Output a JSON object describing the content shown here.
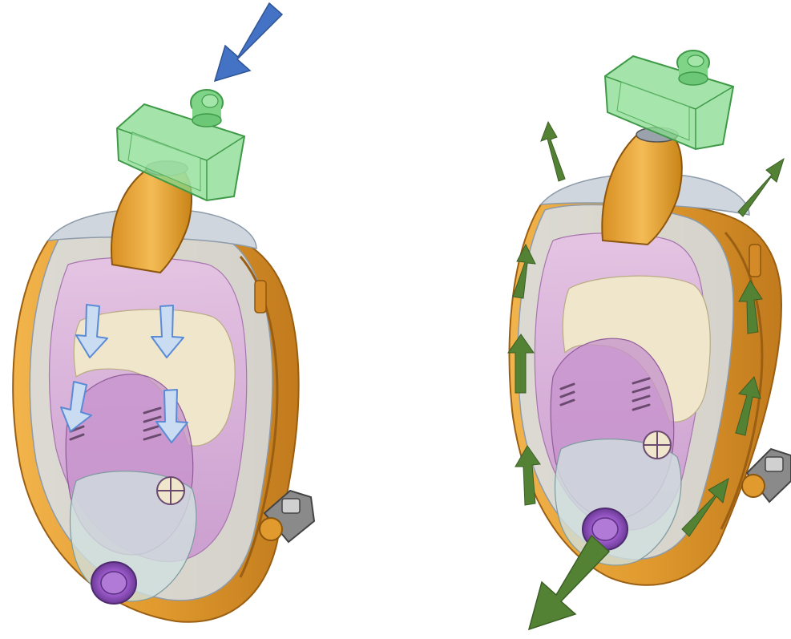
{
  "figure": {
    "panels": [
      {
        "id": "inhalation",
        "flow_direction": "in",
        "intake_arrow_color": "#4472c4",
        "internal_arrow_color": "#c9dcf2",
        "internal_arrow_outline": "#5b8bd6",
        "internal_arrow_count": 4
      },
      {
        "id": "exhalation",
        "flow_direction": "out",
        "arrow_color": "#548235",
        "leak_arrow_count": 2,
        "rim_arrow_count": 6,
        "exhaust_arrow_count": 1
      }
    ],
    "colors": {
      "background": "#ffffff",
      "frame_orange": "#e8a33a",
      "frame_orange_dark": "#b06e16",
      "lens_clear": "#cfdbe6",
      "interior_pink": "#d9a9da",
      "interior_pink_dark": "#b77fc0",
      "visor_cream": "#efe6cc",
      "filter_green": "#86d98e",
      "valve_purple": "#9b59c9",
      "clip_gray": "#6d6d6d"
    },
    "icons": [
      "snorkel-tube-icon",
      "filter-cartridge-icon",
      "exhale-valve-icon",
      "strap-clip-icon"
    ]
  }
}
